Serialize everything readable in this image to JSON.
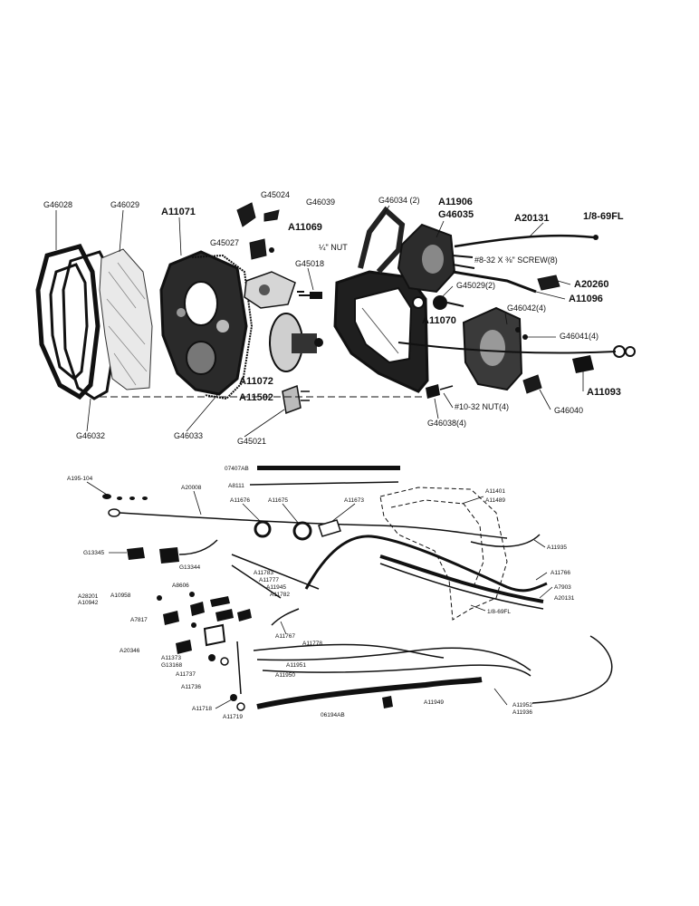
{
  "labels": {
    "G46028": "G46028",
    "G46029": "G46029",
    "A11071": "A11071",
    "G45024": "G45024",
    "G46039": "G46039",
    "A11069": "A11069",
    "G45027": "G45027",
    "NUT_QTR": "¼\" NUT",
    "G45018": "G45018",
    "G46034": "G46034 (2)",
    "A11906": "A11906",
    "G46035": "G46035",
    "A20131_TOP": "A20131",
    "FL_TOP": "1/8-69FL",
    "SCREW8": "#8-32 X ⅜\" SCREW(8)",
    "A20260": "A20260",
    "G45029": "G45029(2)",
    "A11096": "A11096",
    "A11070": "A11070",
    "G46042": "G46042(4)",
    "G46041": "G46041(4)",
    "A11072": "A11072",
    "A11502": "A11502",
    "A11093": "A11093",
    "NUT10": "#10-32 NUT(4)",
    "G46040": "G46040",
    "G46032": "G46032",
    "G46033": "G46033",
    "G46038": "G46038(4)",
    "G45021": "G45021",
    "O7407AB": "07407AB",
    "A8111": "A8111",
    "A195_104": "A195-104",
    "A20008": "A20008",
    "A11676": "A11676",
    "A11675": "A11675",
    "A11673": "A11673",
    "A11401": "A11401",
    "A11489": "A11489",
    "G13345": "G13345",
    "G13344": "G13344",
    "A11935": "A11935",
    "A8606": "A8606",
    "A11783": "A11783",
    "A11777": "A11777",
    "A11945": "A11945",
    "A11782": "A11782",
    "A11766": "A11766",
    "A10958": "A10958",
    "A28201": "A28201",
    "A10942": "A10942",
    "A7903": "A7903",
    "A20131_BOT": "A20131",
    "A7817": "A7817",
    "FL_BOT": "1/8-69FL",
    "A11767": "A11767",
    "A11778": "A11778",
    "A20346": "A20346",
    "A11373": "A11373",
    "G13168": "G13168",
    "A11951": "A11951",
    "A11737": "A11737",
    "A11950": "A11950",
    "A11736": "A11736",
    "A11949": "A11949",
    "A11718": "A11718",
    "A11719": "A11719",
    "O6194AB": "06194AB",
    "A11952": "A11952",
    "A11936": "A11936"
  }
}
